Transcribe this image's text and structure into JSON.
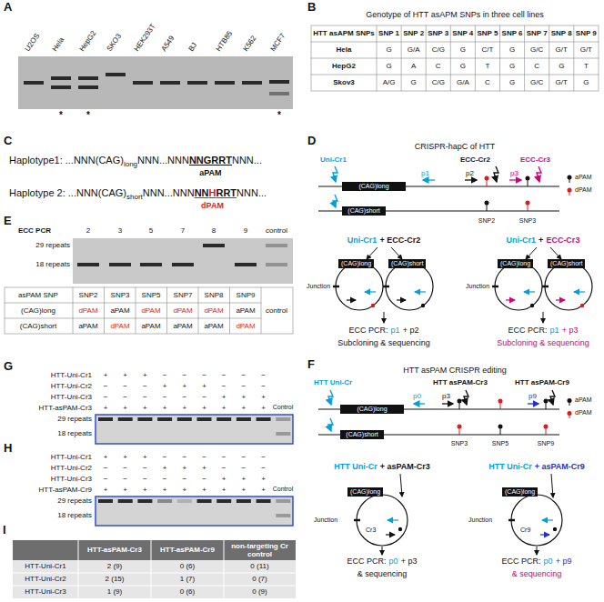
{
  "diagram": {
    "nodes": [
      {
        "text": [
          "(CAG)long"
        ]
      },
      {
        "text": [
          "(CAG)short"
        ]
      },
      {
        "text": [
          "(CAG)long"
        ]
      },
      {
        "text": [
          "(CAG)short"
        ]
      },
      {
        "text": [
          "(CAG)long"
        ]
      },
      {
        "text": [
          "(CAG)short"
        ]
      },
      {
        "text": [
          "(CAG)long"
        ]
      },
      {
        "text": [
          "(CAG)short"
        ]
      },
      {
        "text": [
          "(CAG)long"
        ]
      },
      {
        "text": [
          "(CAG)long"
        ]
      }
    ],
    "labels": [
      "A",
      "U2OS",
      "Hela",
      "HepG2",
      "SKO3",
      "HEK293T",
      "A549",
      "BJ",
      "HTB85",
      "K562",
      "MCF7",
      "*",
      "*",
      "*",
      "B",
      "Genotype of HTT asAPM SNPs in three cell lines",
      "HTT asAPM SNPs",
      "SNP 1",
      "SNP 2",
      "SNP 3",
      "SNP 4",
      "SNP 5",
      "SNP 6",
      "SNP 7",
      "SNP 8",
      "SNP 9",
      "Hela",
      "G",
      "G/A",
      "C/G",
      "G",
      "C/T",
      "G",
      "G/C",
      "G/T",
      "G/T",
      "HepG2",
      "G",
      "A",
      "C",
      "G",
      "T",
      "G",
      "C",
      "G",
      "T",
      "Skov3",
      "A/G",
      "G",
      "C/G",
      "G/A",
      "C",
      "G",
      "G/C",
      "G/T",
      "G",
      "C",
      "Haplotype1: ...NNN(CAG)",
      "long",
      "NNN...NNN",
      "NNGRRT",
      "NNN...",
      "aPAM",
      "Haplotype 2: ...NNN(CAG)",
      "short",
      "NNN...NNN",
      "NN",
      "H",
      "RRT",
      "NNN...",
      "dPAM",
      "D",
      "CRISPR-hapC of HTT",
      "Uni-Cr1",
      "p1",
      "ECC-Cr2",
      "p2",
      "ECC-Cr3",
      "p3",
      "SNP2",
      "SNP3",
      "Uni-Cr1",
      "+ ECC-Cr2",
      "Uni-Cr1",
      "+",
      "ECC-Cr3",
      "Junction",
      "Junction",
      "ECC PCR:",
      "p1",
      "+ p2",
      "Subcloning & sequencing",
      "ECC PCR:",
      "p1",
      "+ p3",
      "Subcloning & sequencing",
      "E",
      "ECC PCR",
      "2",
      "3",
      "5",
      "7",
      "8",
      "9",
      "control",
      "29 repeats",
      "18 repeats",
      "asPAM SNP",
      "SNP2",
      "SNP3",
      "SNP5",
      "SNP7",
      "SNP8",
      "SNP9",
      "(CAG)long",
      "dPAM",
      "aPAM",
      "dPAM",
      "dPAM",
      "dPAM",
      "aPAM",
      "(CAG)short",
      "aPAM",
      "dPAM",
      "aPAM",
      "aPAM",
      "aPAM",
      "dPAM",
      "control",
      "G",
      "HTT-Uni-Cr1",
      "+",
      "+",
      "+",
      "−",
      "−",
      "−",
      "−",
      "−",
      "−",
      "HTT-Uni-Cr2",
      "−",
      "−",
      "−",
      "+",
      "+",
      "+",
      "−",
      "−",
      "−",
      "HTT-Uni-Cr3",
      "−",
      "−",
      "−",
      "−",
      "−",
      "−",
      "+",
      "+",
      "+",
      "HTT-asPAM-Cr3",
      "+",
      "+",
      "+",
      "+",
      "+",
      "+",
      "+",
      "+",
      "+",
      "Control",
      "29 repeats",
      "18 repeats",
      "H",
      "HTT-Uni-Cr1",
      "+",
      "+",
      "+",
      "−",
      "−",
      "−",
      "−",
      "−",
      "−",
      "HTT-Uni-Cr2",
      "−",
      "−",
      "−",
      "+",
      "+",
      "+",
      "−",
      "−",
      "−",
      "HTT-Uni-Cr3",
      "−",
      "−",
      "−",
      "−",
      "−",
      "−",
      "+",
      "+",
      "+",
      "HTT-asPAM-Cr9",
      "+",
      "+",
      "+",
      "+",
      "+",
      "+",
      "+",
      "+",
      "+",
      "Control",
      "29 repeats",
      "18 repeats",
      "I",
      "HTT-asPAM-Cr3",
      "HTT-asPAM-Cr9",
      "non-targeting Cr control",
      "HTT-Uni-Cr1",
      "2 (9)",
      "0 (6)",
      "0 (11)",
      "HTT-Uni-Cr2",
      "2 (15)",
      "1 (7)",
      "0 (7)",
      "HTT-Uni-Cr3",
      "1 (9)",
      "0 (6)",
      "0 (9)",
      "F",
      "HTT asPAM CRISPR editing",
      "HTT Uni-Cr",
      "HTT asPAM-Cr3",
      "HTT asPAM-Cr9",
      "p0",
      "p3",
      "p9",
      "SNP3",
      "SNP5",
      "SNP9",
      "HTT Uni-Cr",
      "+ asPAM-Cr3",
      "HTT Uni-Cr",
      "+ asPAM-Cr9",
      "Junction",
      "Cr3",
      "Junction",
      "Cr9",
      "ECC PCR:",
      "p0",
      "+ p3",
      "& sequencing",
      "ECC PCR:",
      "p0",
      "+ p9",
      "& sequencing"
    ],
    "legend": [
      {
        "text": "aPAM"
      },
      {
        "text": "dPAM"
      },
      {
        "text": "aPAM"
      },
      {
        "text": "dPAM"
      }
    ]
  }
}
